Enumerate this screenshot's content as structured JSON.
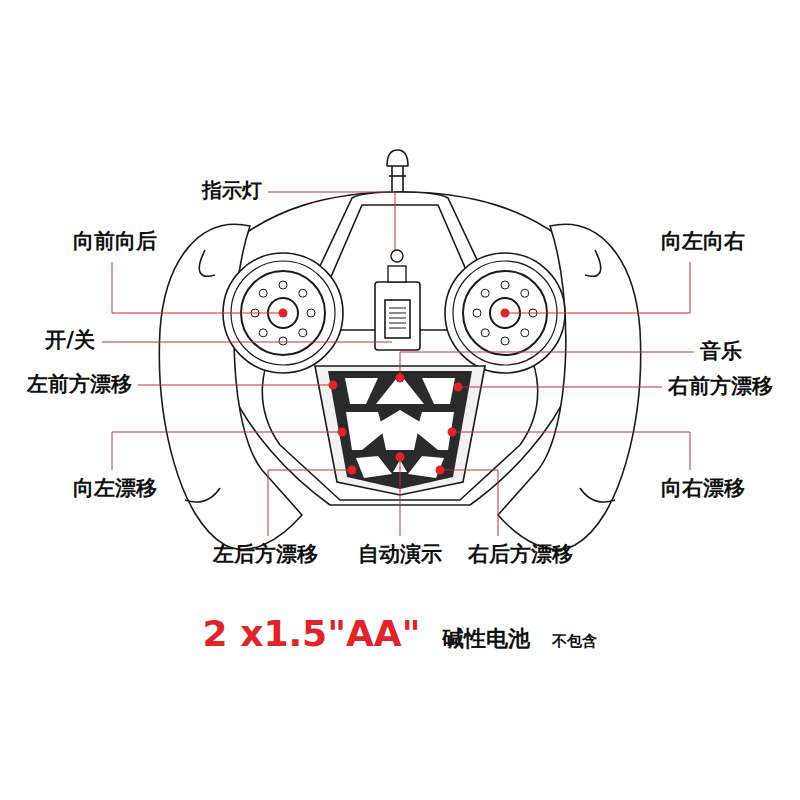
{
  "diagram": {
    "labels": [
      "指示灯",
      "向前向后",
      "向左向右",
      "开/关",
      "音乐",
      "左前方漂移",
      "右前方漂移",
      "向左漂移",
      "向右漂移",
      "左后方漂移",
      "自动演示",
      "右后方漂移",
      "2 x1.5\"AA\"",
      "碱性电池",
      "不包含"
    ]
  }
}
